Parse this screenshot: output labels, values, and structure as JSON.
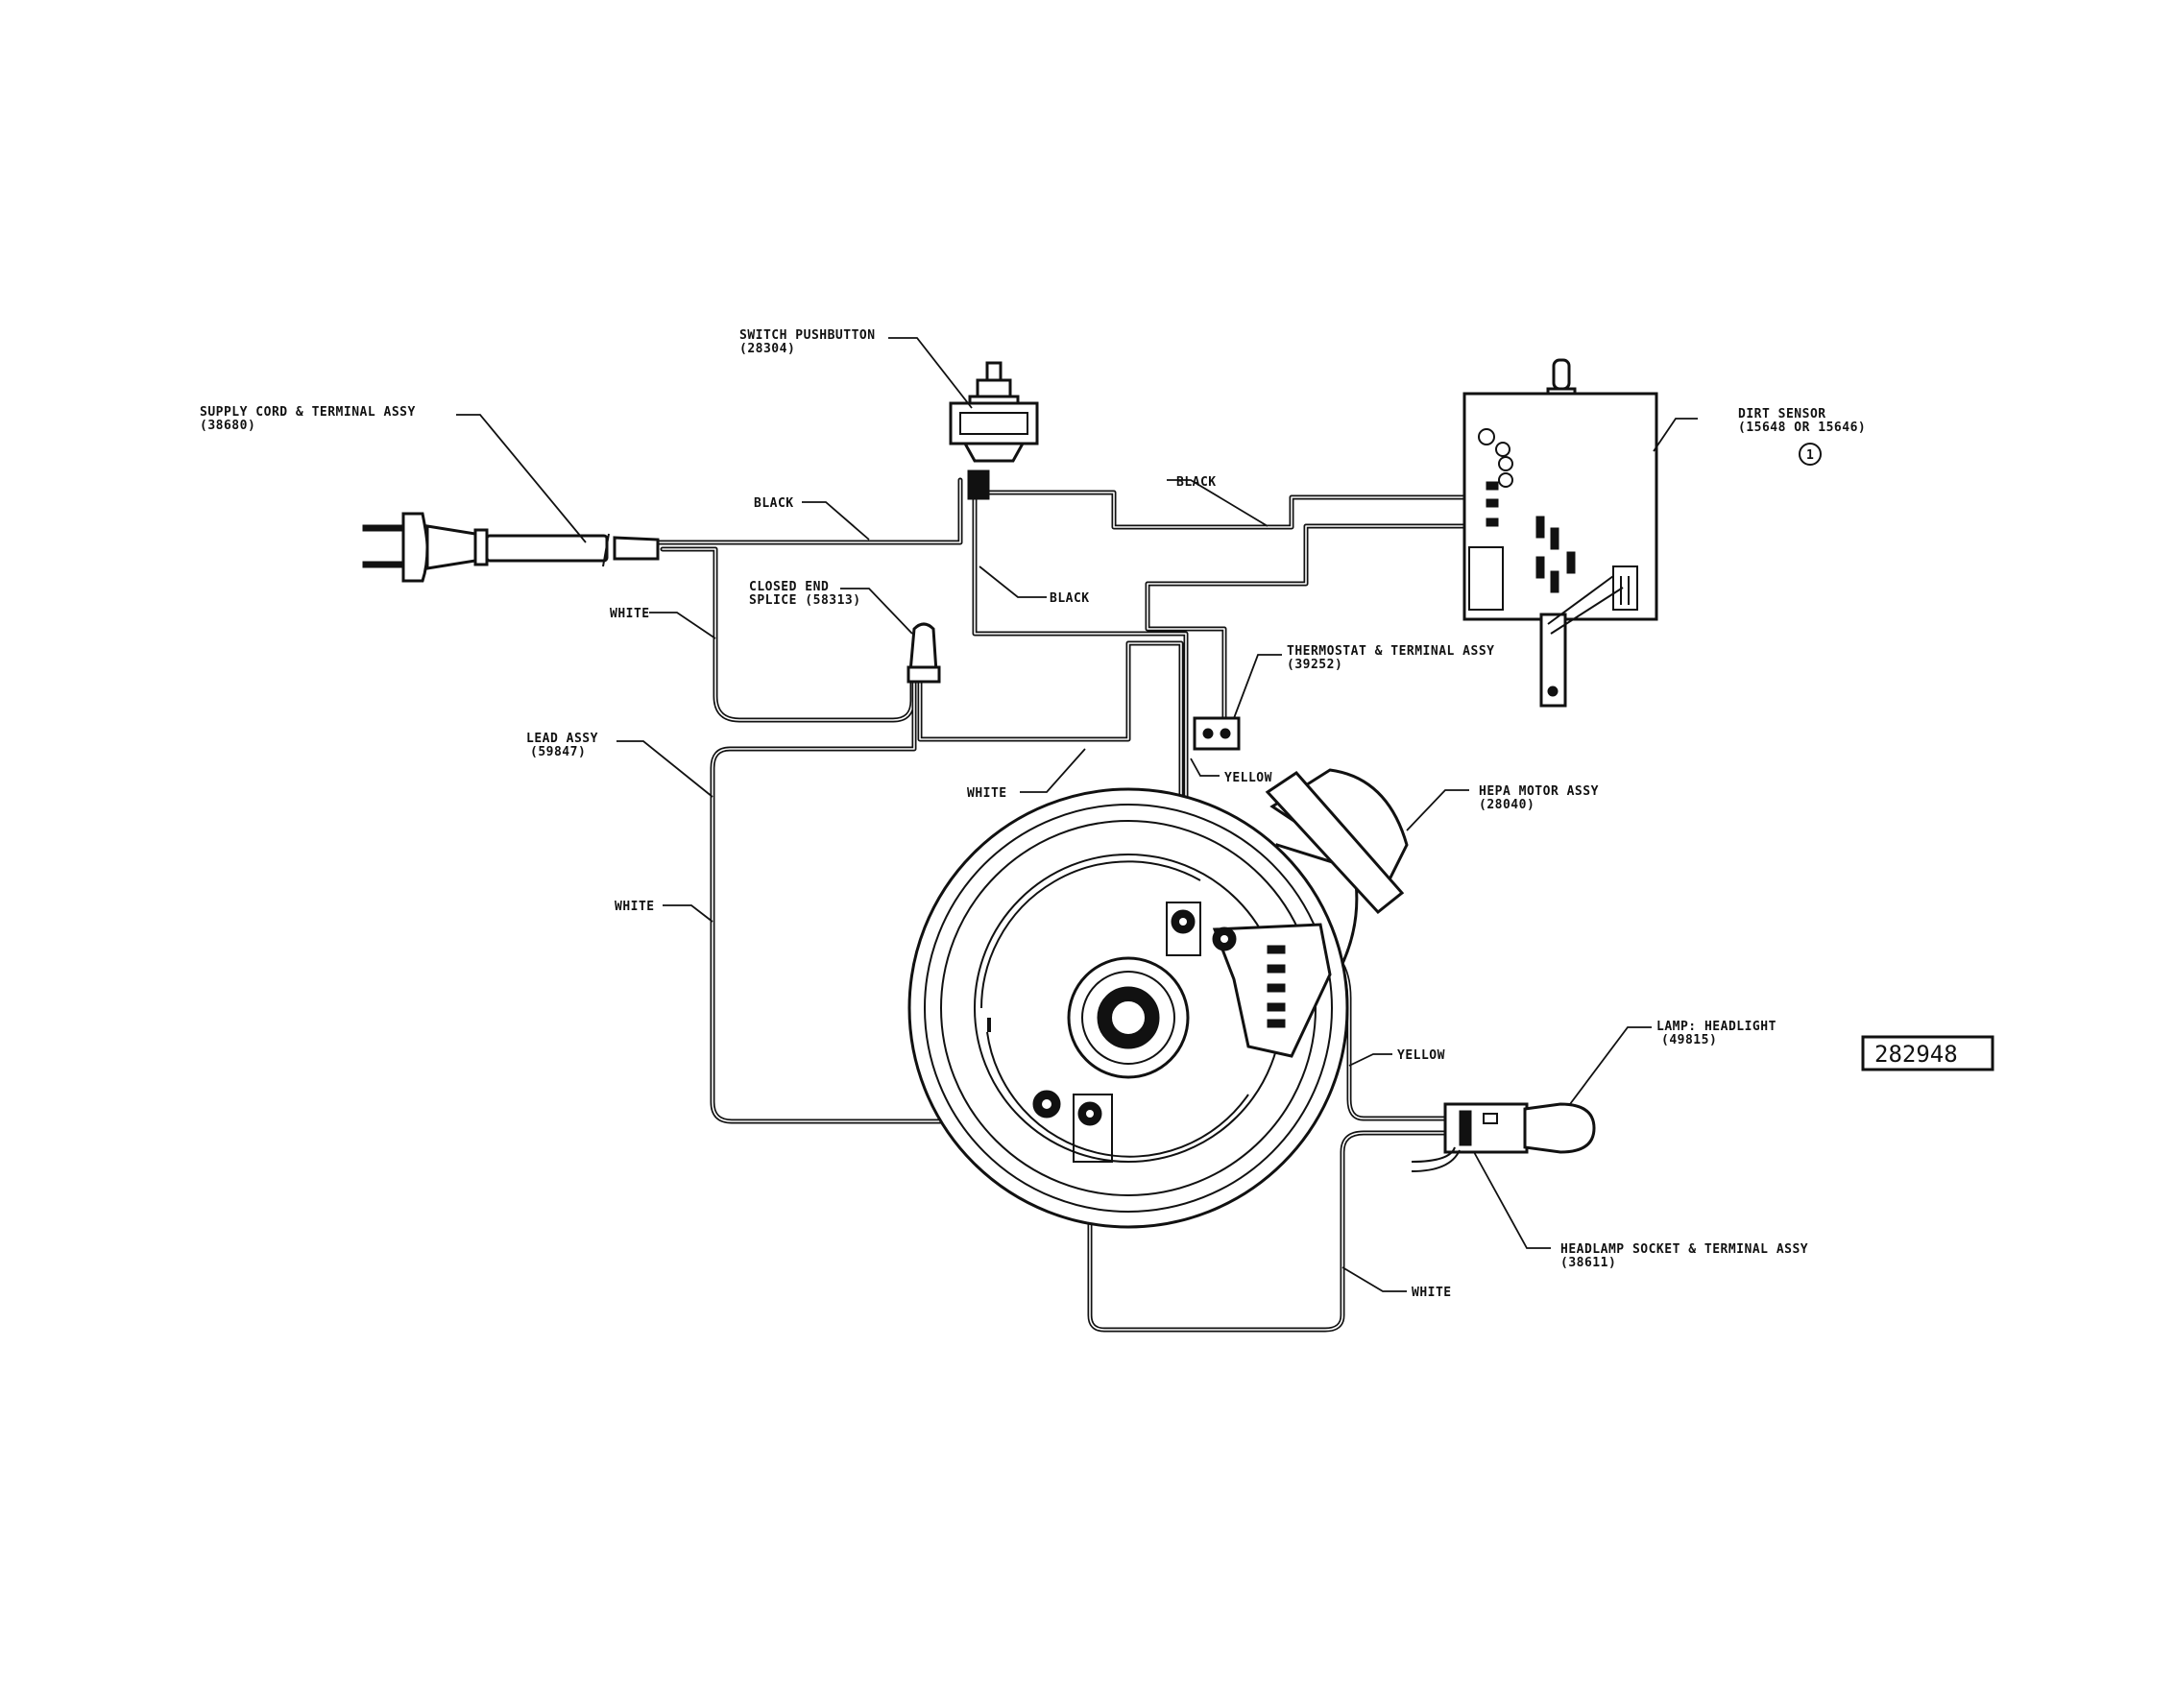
{
  "labels": {
    "supply_cord": "SUPPLY CORD & TERMINAL ASSY",
    "supply_cord_part": "(38680)",
    "switch": "SWITCH PUSHBUTTON",
    "switch_part": "(28304)",
    "dirt_sensor": "DIRT SENSOR",
    "dirt_sensor_part": "(15648 OR 15646)",
    "dirt_sensor_note": "1",
    "black_1": "BLACK",
    "black_2": "BLACK",
    "black_3": "BLACK",
    "white_1": "WHITE",
    "white_2": "WHITE",
    "white_3": "WHITE",
    "white_4": "WHITE",
    "closed_end_1": "CLOSED END",
    "closed_end_2": "SPLICE (58313)",
    "thermostat": "THERMOSTAT & TERMINAL ASSY",
    "thermostat_part": "(39252)",
    "yellow_1": "YELLOW",
    "yellow_2": "YELLOW",
    "lead_assy": "LEAD ASSY",
    "lead_assy_part": "(59847)",
    "hepa_motor": "HEPA MOTOR ASSY",
    "hepa_motor_part": "(28040)",
    "lamp": "LAMP: HEADLIGHT",
    "lamp_part": "(49815)",
    "headlamp_socket": "HEADLAMP SOCKET & TERMINAL ASSY",
    "headlamp_socket_part": "(38611)",
    "drawing_number": "282948"
  }
}
